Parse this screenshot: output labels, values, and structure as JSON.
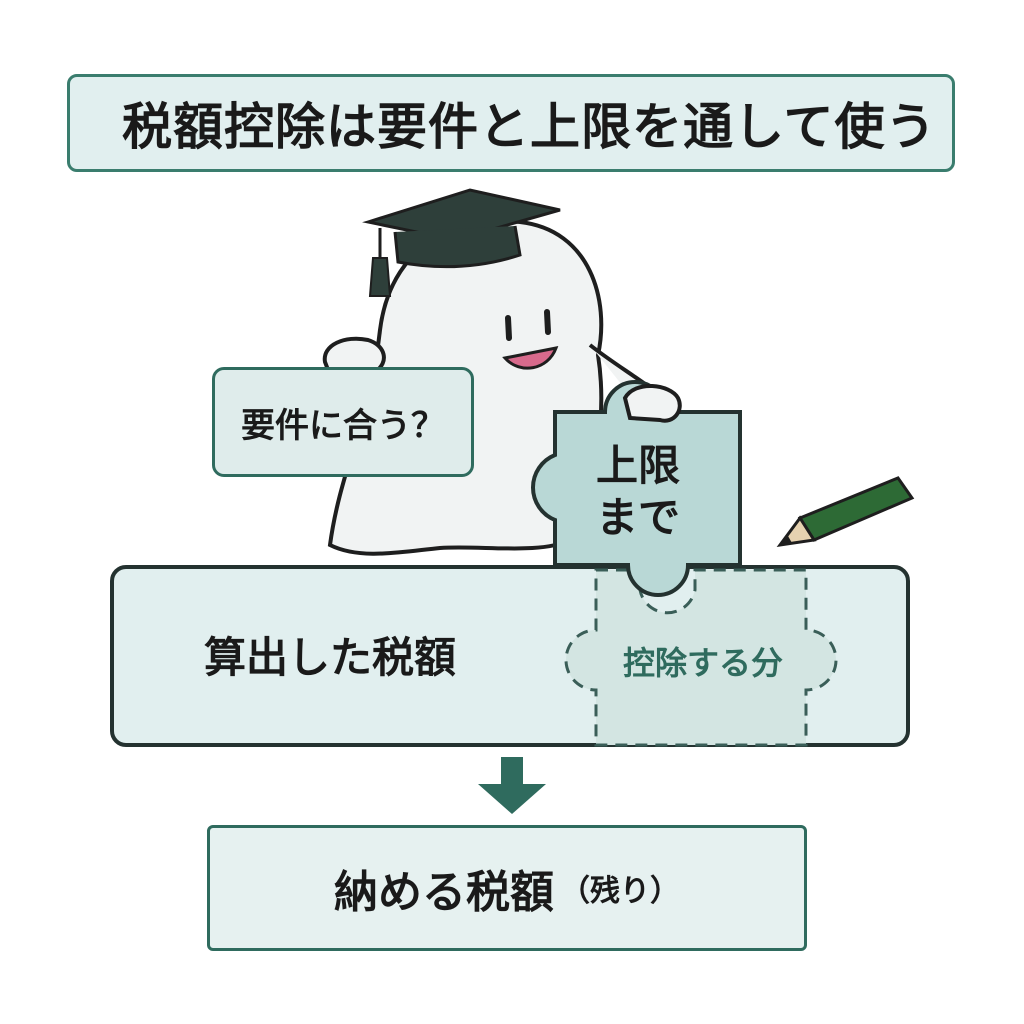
{
  "title": "税額控除は要件と上限を通して使う",
  "bubble": {
    "text": "要件に合う？"
  },
  "puzzle_piece": {
    "line1": "上限",
    "line2": "まで"
  },
  "tax_box": {
    "label": "算出した税額",
    "deduction_label": "控除する分"
  },
  "result_box": {
    "label": "納める税額",
    "sub_label": "（残り）"
  },
  "icons": [
    "graduation-cap-icon",
    "pencil-icon",
    "down-arrow-icon"
  ],
  "colors": {
    "accent": "#2f6b5e",
    "box_fill": "#e1efef",
    "piece_fill": "#b9d8d6",
    "arrow": "#2f6b5e",
    "pencil": "#2d6a35"
  }
}
